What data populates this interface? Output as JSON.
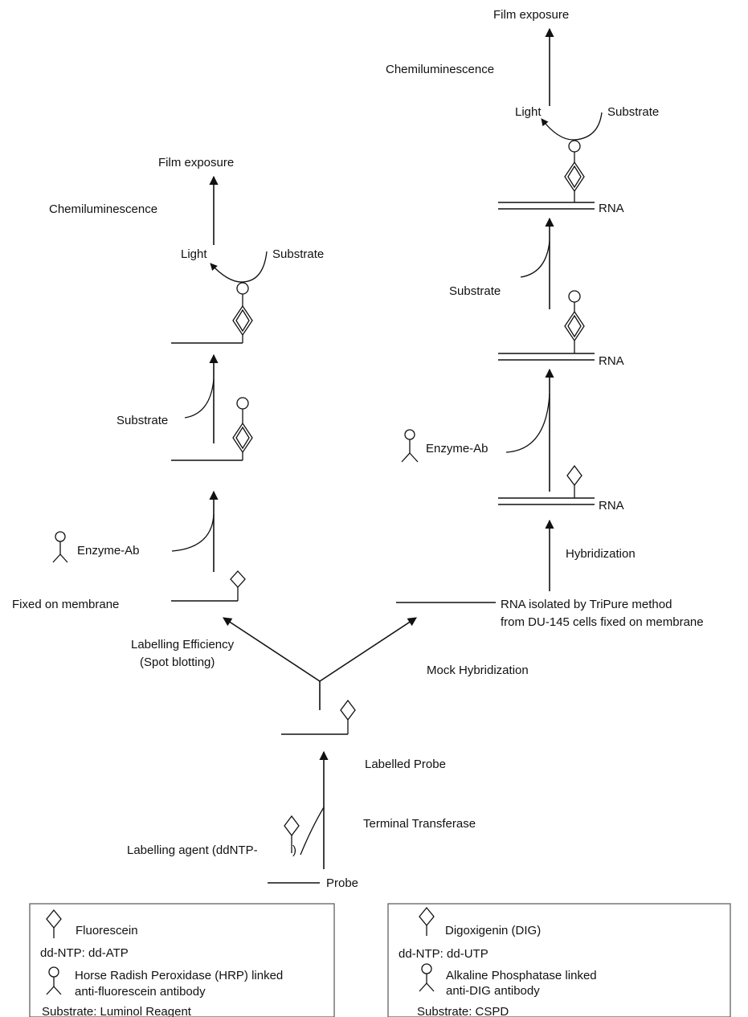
{
  "center": {
    "probe": "Probe",
    "labelling_agent": "Labelling agent (ddNTP-",
    "labelling_agent_paren": ")",
    "terminal_transferase": "Terminal Transferase",
    "labelled_probe": "Labelled Probe"
  },
  "left_branch": {
    "labelling_efficiency": "Labelling Efficiency",
    "spot_blotting": "(Spot blotting)",
    "fixed_on_membrane": "Fixed on membrane",
    "enzyme_ab": "Enzyme-Ab",
    "substrate_step": "Substrate",
    "light": "Light",
    "substrate_reaction": "Substrate",
    "chemiluminescence": "Chemiluminescence",
    "film_exposure": "Film exposure"
  },
  "right_branch": {
    "mock_hybridization": "Mock Hybridization",
    "rna_isolated_line1": "RNA isolated by TriPure method",
    "rna_isolated_line2": "from DU-145 cells fixed on membrane",
    "hybridization": "Hybridization",
    "rna_1": "RNA",
    "enzyme_ab": "Enzyme-Ab",
    "rna_2": "RNA",
    "substrate_step": "Substrate",
    "rna_3": "RNA",
    "light": "Light",
    "substrate_reaction": "Substrate",
    "chemiluminescence": "Chemiluminescence",
    "film_exposure": "Film exposure"
  },
  "legend_left": {
    "label_name": "Fluorescein",
    "ddntp": "dd-NTP:  dd-ATP",
    "antibody_line1": "Horse Radish Peroxidase (HRP) linked",
    "antibody_line2": "anti-fluorescein antibody",
    "substrate": "Substrate:  Luminol Reagent"
  },
  "legend_right": {
    "label_name": "Digoxigenin (DIG)",
    "ddntp": "dd-NTP:  dd-UTP",
    "antibody_line1": "Alkaline Phosphatase linked",
    "antibody_line2": "anti-DIG antibody",
    "substrate": "Substrate:     CSPD"
  }
}
